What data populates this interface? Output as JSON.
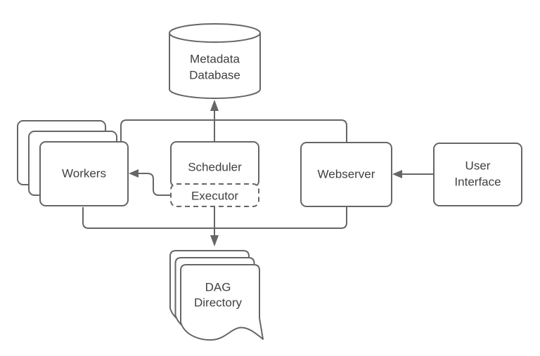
{
  "diagram": {
    "colors": {
      "stroke": "#666666",
      "text": "#404040",
      "background": "#ffffff"
    },
    "nodes": {
      "metadata_database": {
        "shape": "cylinder",
        "label": [
          "Metadata",
          "Database"
        ]
      },
      "workers": {
        "shape": "stacked-rounded-rects",
        "label": [
          "Workers"
        ]
      },
      "scheduler": {
        "shape": "rounded-rect",
        "label": [
          "Scheduler"
        ]
      },
      "executor": {
        "shape": "dashed-rounded-rect",
        "label": [
          "Executor"
        ]
      },
      "webserver": {
        "shape": "rounded-rect",
        "label": [
          "Webserver"
        ]
      },
      "user_interface": {
        "shape": "rounded-rect",
        "label": [
          "User",
          "Interface"
        ]
      },
      "dag_directory": {
        "shape": "stacked-documents",
        "label": [
          "DAG",
          "Directory"
        ]
      }
    },
    "edges": [
      {
        "from": "scheduler",
        "to": "metadata_database",
        "type": "arrow"
      },
      {
        "from": "executor",
        "to": "workers",
        "type": "arrow"
      },
      {
        "from": "user_interface",
        "to": "webserver",
        "type": "arrow"
      },
      {
        "from": "workers, scheduler, webserver (shared bus)",
        "to": "dag_directory",
        "type": "arrow"
      },
      {
        "from": "workers, webserver (shared line)",
        "to": "metadata_database line",
        "type": "line"
      }
    ]
  }
}
